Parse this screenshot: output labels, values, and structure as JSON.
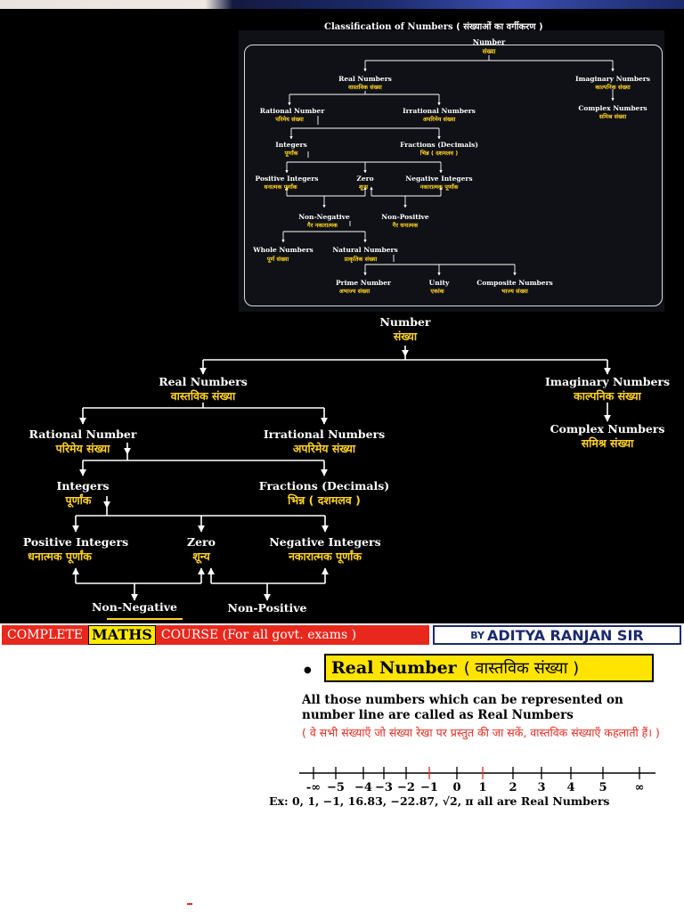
{
  "chart1": {
    "title": "Classification of Numbers",
    "title_hi": "( संख्याओं का वर्गीकरण )",
    "nodes": {
      "number": {
        "en": "Number",
        "hi": "संख्या"
      },
      "real": {
        "en": "Real Numbers",
        "hi": "वास्तविक संख्या"
      },
      "imaginary": {
        "en": "Imaginary Numbers",
        "hi": "काल्पनिक संख्या"
      },
      "rational": {
        "en": "Rational Number",
        "hi": "परिमेय संख्या"
      },
      "irrational": {
        "en": "Irrational Numbers",
        "hi": "अपरिमेय संख्या"
      },
      "complex": {
        "en": "Complex Numbers",
        "hi": "समिश्र संख्या"
      },
      "integers": {
        "en": "Integers",
        "hi": "पूर्णांक"
      },
      "fractions": {
        "en": "Fractions (Decimals)",
        "hi": "भिन्न ( दशमलव )"
      },
      "positive": {
        "en": "Positive Integers",
        "hi": "धनात्मक पूर्णांक"
      },
      "zero": {
        "en": "Zero",
        "hi": "शून्य"
      },
      "negative": {
        "en": "Negative Integers",
        "hi": "नकारात्मक पूर्णांक"
      },
      "nonneg": {
        "en": "Non-Negative",
        "hi": "गैर नकारात्मक"
      },
      "nonpos": {
        "en": "Non-Positive",
        "hi": "गैर धनात्मक"
      },
      "whole": {
        "en": "Whole Numbers",
        "hi": "पूर्ण संख्या"
      },
      "natural": {
        "en": "Natural Numbers",
        "hi": "प्राकृतिक संख्या"
      },
      "prime": {
        "en": "Prime Number",
        "hi": "अभाज्य संख्या"
      },
      "unity": {
        "en": "Unity",
        "hi": "एकांक"
      },
      "composite": {
        "en": "Composite Numbers",
        "hi": "भाज्य संख्या"
      }
    }
  },
  "chart2": {
    "nodes": {
      "number": {
        "en": "Number",
        "hi": "संख्या"
      },
      "real": {
        "en": "Real Numbers",
        "hi": "वास्तविक संख्या"
      },
      "imaginary": {
        "en": "Imaginary Numbers",
        "hi": "काल्पनिक संख्या"
      },
      "rational": {
        "en": "Rational Number",
        "hi": "परिमेय संख्या"
      },
      "irrational": {
        "en": "Irrational Numbers",
        "hi": "अपरिमेय संख्या"
      },
      "complex": {
        "en": "Complex Numbers",
        "hi": "समिश्र संख्या"
      },
      "integers": {
        "en": "Integers",
        "hi": "पूर्णांक"
      },
      "fractions": {
        "en": "Fractions (Decimals)",
        "hi": "भिन्न ( दशमलव )"
      },
      "positive": {
        "en": "Positive Integers",
        "hi": "धनात्मक पूर्णांक"
      },
      "zero": {
        "en": "Zero",
        "hi": "शून्य"
      },
      "negative": {
        "en": "Negative Integers",
        "hi": "नकारात्मक पूर्णांक"
      },
      "nonneg": {
        "en": "Non-Negative"
      },
      "nonpos": {
        "en": "Non-Positive"
      }
    }
  },
  "banner": {
    "prefix": "COMPLETE",
    "highlight": "MATHS",
    "suffix": "COURSE (For all govt. exams )",
    "by": "BY",
    "author": "ADITYA RANJAN SIR"
  },
  "doc": {
    "heading_en": "Real Number",
    "heading_hi": "( वास्तविक संख्या )",
    "definition_en": "All those numbers which can be represented on number line are called as Real Numbers",
    "definition_hi": "( वे सभी संख्याएँ जो संख्या रेखा पर प्रस्तुत की जा सकें, वास्तविक संख्याएँ कहलाती हैं। )",
    "number_line_labels": [
      "-∞",
      "−5",
      "−4",
      "−3",
      "−2",
      "−1",
      "0",
      "1",
      "2",
      "3",
      "4",
      "5",
      "∞"
    ],
    "example": "Ex: 0, 1, −1, 16.83, −22.87, √2, π all are Real Numbers"
  },
  "colors": {
    "label_yellow": "#ffd21f",
    "banner_red": "#e8281d",
    "maths_yellow": "#ffe900",
    "author_blue": "#1c2a6d",
    "heading_yellow": "#ffe400"
  }
}
